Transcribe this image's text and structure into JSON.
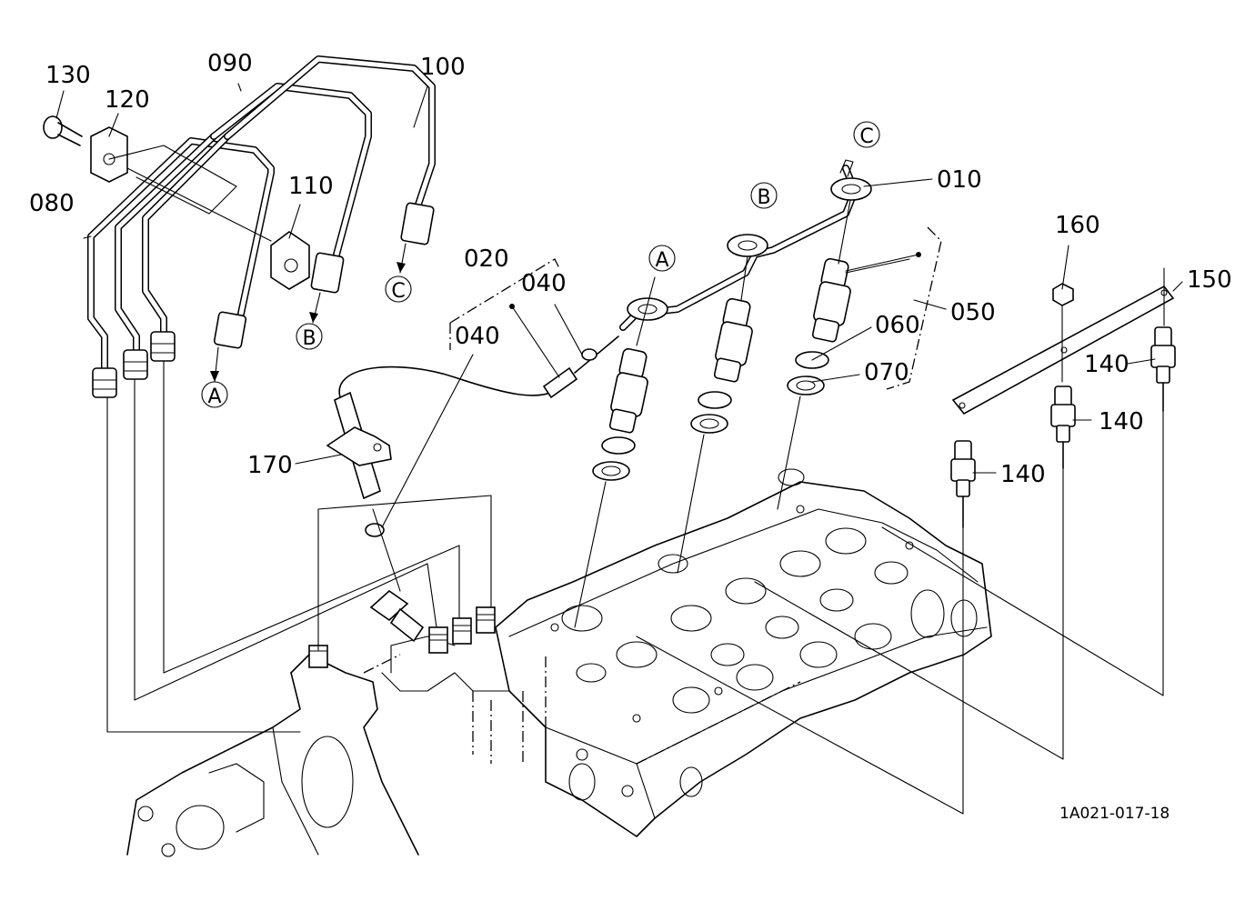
{
  "labels": {
    "p010": "010",
    "p020": "020",
    "p040a": "040",
    "p040b": "040",
    "p050": "050",
    "p060": "060",
    "p070": "070",
    "p080": "080",
    "p090": "090",
    "p100": "100",
    "p110": "110",
    "p120": "120",
    "p130": "130",
    "p140a": "140",
    "p140b": "140",
    "p140c": "140",
    "p150": "150",
    "p160": "160",
    "p170": "170"
  },
  "markers": {
    "a_top": "A",
    "b_top": "B",
    "c_top": "C",
    "a_pipe": "A",
    "b_pipe": "B",
    "c_pipe": "C"
  },
  "drawing_code": "1A021-017-18"
}
